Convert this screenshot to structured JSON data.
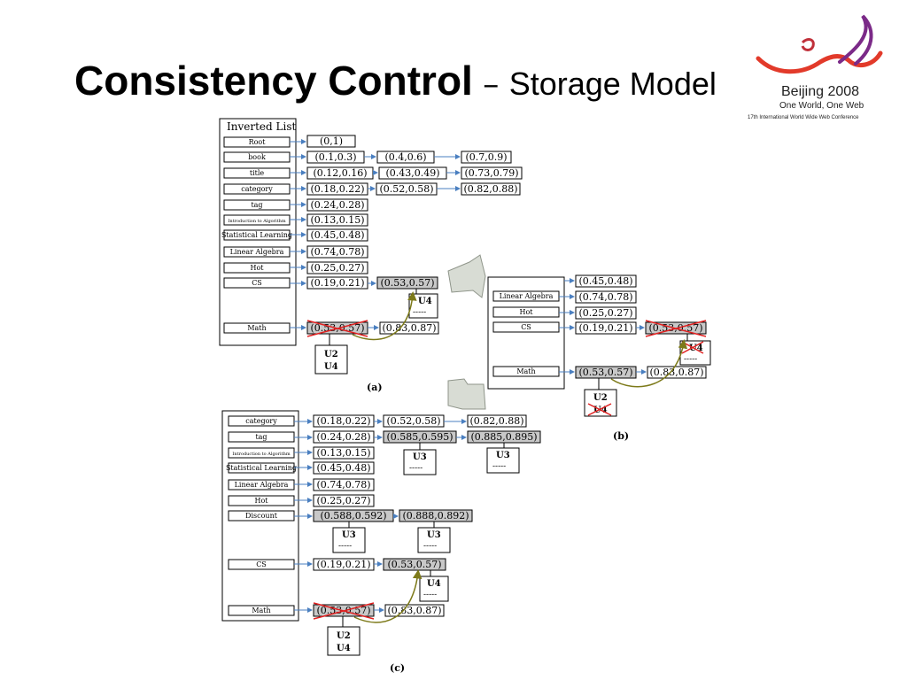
{
  "slide": {
    "title_main": "Consistency Control",
    "title_dash": " – ",
    "title_sub": "Storage Model"
  },
  "logo": {
    "line1": "Beijing 2008",
    "line2": "One World, One Web",
    "line3": "17th International World Wide Web Conference"
  },
  "colors": {
    "arrow": "#4a7fc0",
    "curve": "#7d7a1a",
    "cross": "#e02020",
    "shaded": "#c8c8c8"
  },
  "panel_a": {
    "header": "Inverted List",
    "caption": "(a)",
    "labels": [
      "Root",
      "book",
      "title",
      "category",
      "tag",
      "Introduction to Algorithm",
      "Statistical Learning",
      "Linear Algebra",
      "Hot",
      "CS",
      "Math"
    ],
    "values": [
      "(0,1)",
      "(0.1,0.3)",
      "(0.4,0.6)",
      "(0.7,0.9)",
      "(0.12,0.16)",
      "(0.43,0.49)",
      "(0.73,0.79)",
      "(0.18,0.22)",
      "(0.52,0.58)",
      "(0.82,0.88)",
      "(0.24,0.28)",
      "(0.13,0.15)",
      "(0.45,0.48)",
      "(0.74,0.78)",
      "(0.25,0.27)",
      "(0.19,0.21)",
      "(0.53,0.57)",
      "(0.53,0.57)",
      "(0.83,0.87)"
    ],
    "cs_user": "U4",
    "dashes": "-----",
    "math_users": [
      "U2",
      "U4"
    ]
  },
  "panel_b": {
    "caption": "(b)",
    "labels": [
      "Linear Algebra",
      "Hot",
      "CS",
      "Math"
    ],
    "values": [
      "(0.45,0.48)",
      "(0.74,0.78)",
      "(0.25,0.27)",
      "(0.19,0.21)",
      "(0.53,0.57)",
      "(0.53,0.57)",
      "(0.83,0.87)"
    ],
    "cs_user": "U4",
    "dashes": "-----",
    "math_users": [
      "U2",
      "U4"
    ]
  },
  "panel_c": {
    "caption": "(c)",
    "labels": [
      "category",
      "tag",
      "Introduction to Algorithm",
      "Statistical Learning",
      "Linear Algebra",
      "Hot",
      "Discount",
      "CS",
      "Math"
    ],
    "values": [
      "(0.18,0.22)",
      "(0.52,0.58)",
      "(0.82,0.88)",
      "(0.24,0.28)",
      "(0.585,0.595)",
      "(0.885,0.895)",
      "(0.13,0.15)",
      "(0.45,0.48)",
      "(0.74,0.78)",
      "(0.25,0.27)",
      "(0.588,0.592)",
      "(0.888,0.892)",
      "(0.19,0.21)",
      "(0.53,0.57)",
      "(0.53,0.57)",
      "(0.83,0.87)"
    ],
    "u3": "U3",
    "cs_user": "U4",
    "dashes": "-----",
    "math_users": [
      "U2",
      "U4"
    ]
  }
}
